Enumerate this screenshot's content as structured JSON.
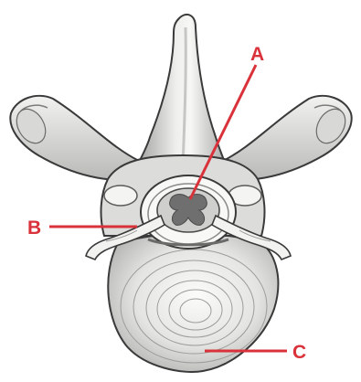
{
  "labels": {
    "a": "A",
    "b": "B",
    "c": "C"
  },
  "colors": {
    "label": "#d9323a",
    "leader": "#d9323a",
    "bone_fill": "#e6e6e4",
    "bone_light": "#f5f5f3",
    "bone_shadow": "#8f8f8d",
    "outline": "#3a3a3a",
    "cord": "#c9c9c7",
    "grey_matter": "#6f6f6f"
  }
}
